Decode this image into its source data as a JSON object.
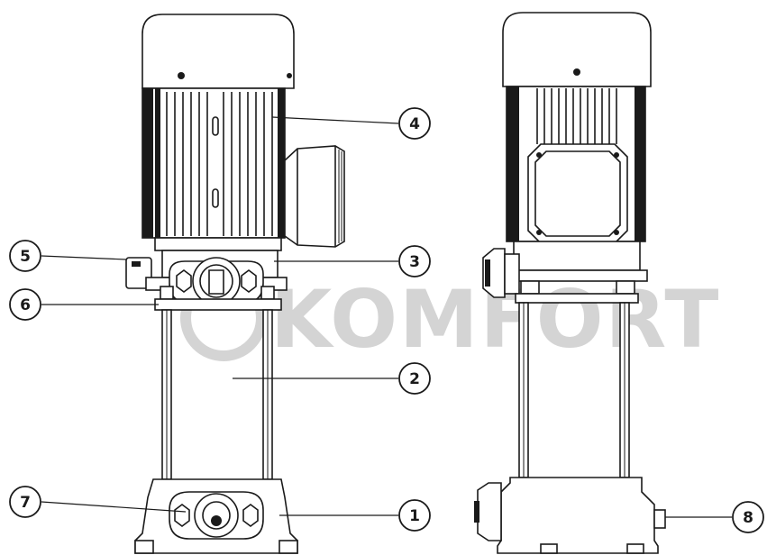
{
  "watermark": {
    "text": "KOMFORT"
  },
  "callouts": [
    {
      "id": "1",
      "label": "1"
    },
    {
      "id": "2",
      "label": "2"
    },
    {
      "id": "3",
      "label": "3"
    },
    {
      "id": "4",
      "label": "4"
    },
    {
      "id": "5",
      "label": "5"
    },
    {
      "id": "6",
      "label": "6"
    },
    {
      "id": "7",
      "label": "7"
    },
    {
      "id": "8",
      "label": "8"
    }
  ]
}
